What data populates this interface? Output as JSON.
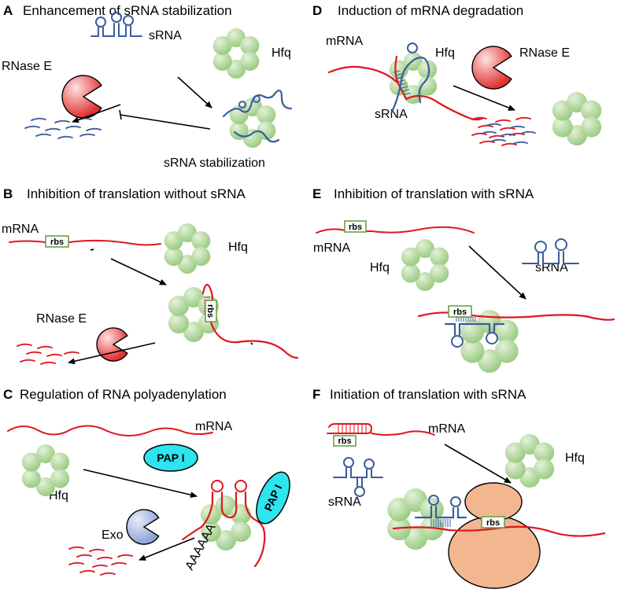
{
  "panels": {
    "A": {
      "letter": "A",
      "title": "Enhancement of sRNA stabilization",
      "labels": {
        "srna": "sRNA",
        "hfq": "Hfq",
        "rnase": "RNase E",
        "stab": "sRNA stabilization"
      }
    },
    "B": {
      "letter": "B",
      "title": "Inhibition of translation without sRNA",
      "labels": {
        "mrna": "mRNA",
        "hfq": "Hfq",
        "rnase": "RNase E",
        "rbs": "rbs"
      }
    },
    "C": {
      "letter": "C",
      "title": "Regulation of RNA polyadenylation",
      "labels": {
        "mrna": "mRNA",
        "hfq": "Hfq",
        "pap": "PAP I",
        "exo": "Exo",
        "polya": "AAAAAA"
      }
    },
    "D": {
      "letter": "D",
      "title": "Induction of mRNA degradation",
      "labels": {
        "mrna": "mRNA",
        "hfq": "Hfq",
        "rnase": "RNase E",
        "srna": "sRNA"
      }
    },
    "E": {
      "letter": "E",
      "title": "Inhibition of translation with sRNA",
      "labels": {
        "mrna": "mRNA",
        "hfq": "Hfq",
        "srna": "sRNA",
        "rbs": "rbs"
      }
    },
    "F": {
      "letter": "F",
      "title": "Initiation of translation with sRNA",
      "labels": {
        "mrna": "mRNA",
        "hfq": "Hfq",
        "srna": "sRNA",
        "rbs": "rbs"
      }
    }
  },
  "colors": {
    "mrna": "#e0161c",
    "srna": "#3a5d9c",
    "hfq_light": "#e4f2d8",
    "hfq_dark": "#9ccb84",
    "rnase_light": "#ffe2e2",
    "rnase_dark": "#e23030",
    "exo_light": "#e6ecf8",
    "exo_dark": "#8ea3d6",
    "pap": "#2ee4ee",
    "rbs_box": "#6aa04a",
    "ribosome": "#f3b790"
  }
}
